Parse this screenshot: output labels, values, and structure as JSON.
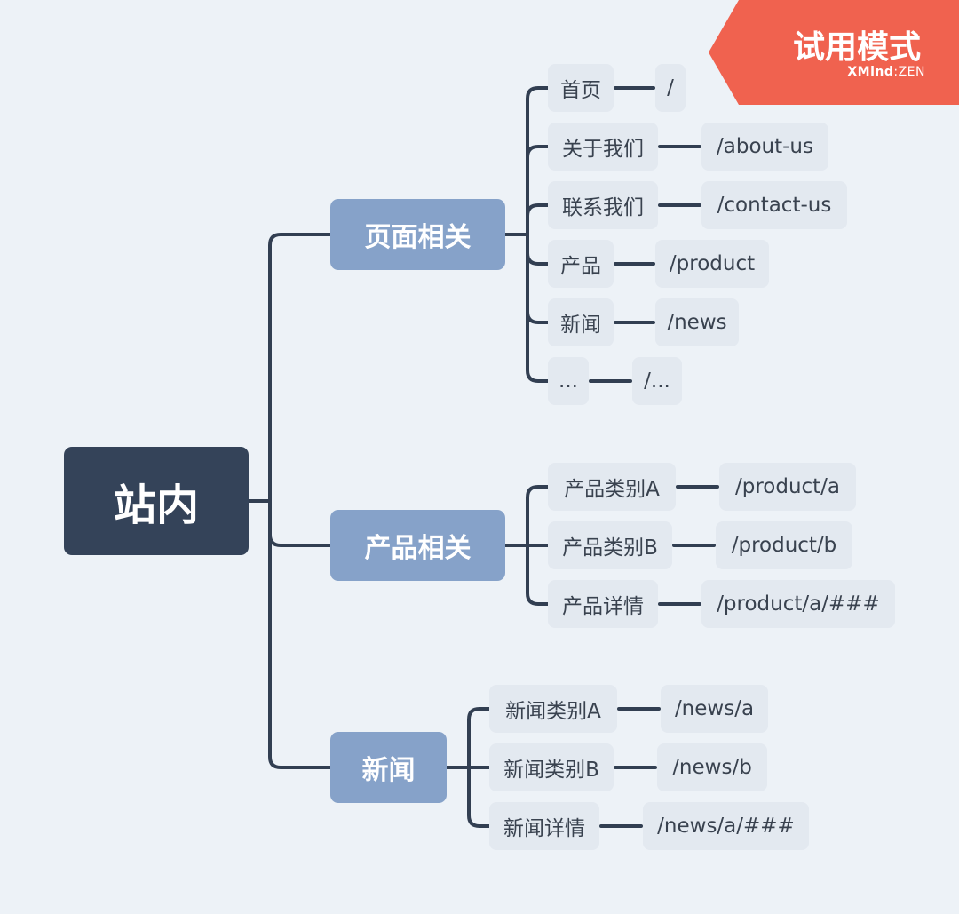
{
  "trial_badge": {
    "title": "试用模式",
    "brand_main": "XMind",
    "brand_sep": ":",
    "brand_sub": "ZEN",
    "color": "#f0624f"
  },
  "colors": {
    "root": "#344359",
    "main": "#86a2c9",
    "leaf": "#e3e9f0",
    "line": "#323f52",
    "background": "#edf2f7"
  },
  "root": {
    "label": "站内"
  },
  "branches": [
    {
      "label": "页面相关",
      "children": [
        {
          "label": "首页",
          "url": "/"
        },
        {
          "label": "关于我们",
          "url": "/about-us"
        },
        {
          "label": "联系我们",
          "url": "/contact-us"
        },
        {
          "label": "产品",
          "url": "/product"
        },
        {
          "label": "新闻",
          "url": "/news"
        },
        {
          "label": "...",
          "url": "/..."
        }
      ]
    },
    {
      "label": "产品相关",
      "children": [
        {
          "label": "产品类别A",
          "url": "/product/a"
        },
        {
          "label": "产品类别B",
          "url": "/product/b"
        },
        {
          "label": "产品详情",
          "url": "/product/a/###"
        }
      ]
    },
    {
      "label": "新闻",
      "children": [
        {
          "label": "新闻类别A",
          "url": "/news/a"
        },
        {
          "label": "新闻类别B",
          "url": "/news/b"
        },
        {
          "label": "新闻详情",
          "url": "/news/a/###"
        }
      ]
    }
  ]
}
